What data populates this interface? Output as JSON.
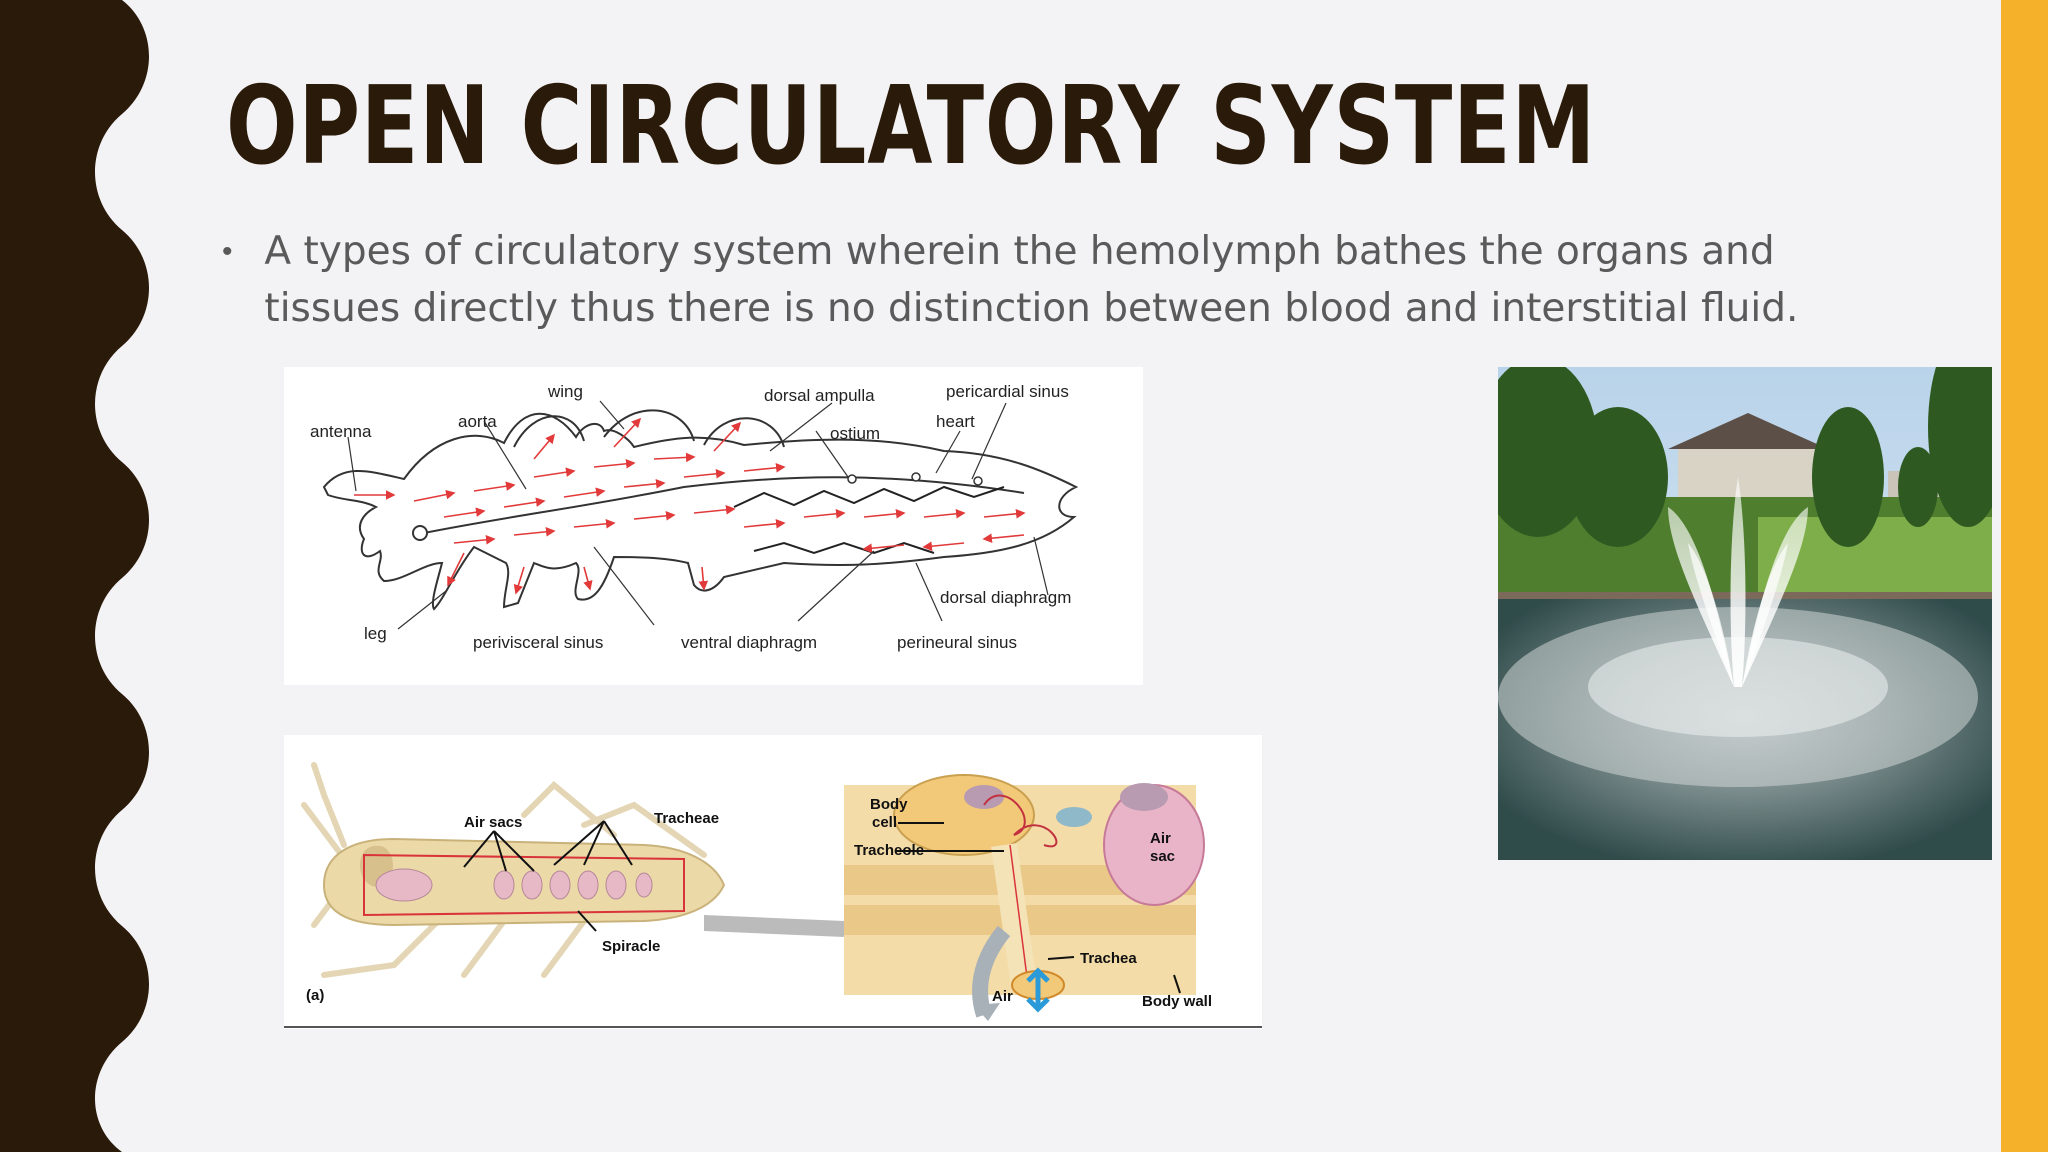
{
  "slide": {
    "title": "OPEN CIRCULATORY SYSTEM",
    "bullet": "A types of circulatory system wherein the hemolymph bathes the organs and tissues directly thus there is no distinction between blood and interstitial fluid.",
    "colors": {
      "background": "#f3f2f4",
      "border": "#2a1a09",
      "accent": "#f6b12b",
      "title": "#2a1a09",
      "body_text": "#5a5a5a"
    }
  },
  "insect_diagram": {
    "labels": {
      "wing": "wing",
      "dorsal_ampulla": "dorsal ampulla",
      "pericardial_sinus": "pericardial sinus",
      "antenna": "antenna",
      "aorta": "aorta",
      "heart": "heart",
      "ostium": "ostium",
      "dorsal_diaphragm": "dorsal diaphragm",
      "leg": "leg",
      "perivisceral_sinus": "perivisceral sinus",
      "ventral_diaphragm": "ventral diaphragm",
      "perineural_sinus": "perineural sinus"
    }
  },
  "grasshopper_diagram": {
    "labels": {
      "air_sacs": "Air sacs",
      "tracheae": "Tracheae",
      "spiracle": "Spiracle",
      "panel": "(a)",
      "body": "Body",
      "cell": "cell",
      "tracheole": "Tracheole",
      "air_sac_1": "Air",
      "air_sac_2": "sac",
      "trachea": "Trachea",
      "air": "Air",
      "body_wall": "Body wall"
    }
  },
  "photo": {
    "icon": "fountain-pond-photo"
  }
}
